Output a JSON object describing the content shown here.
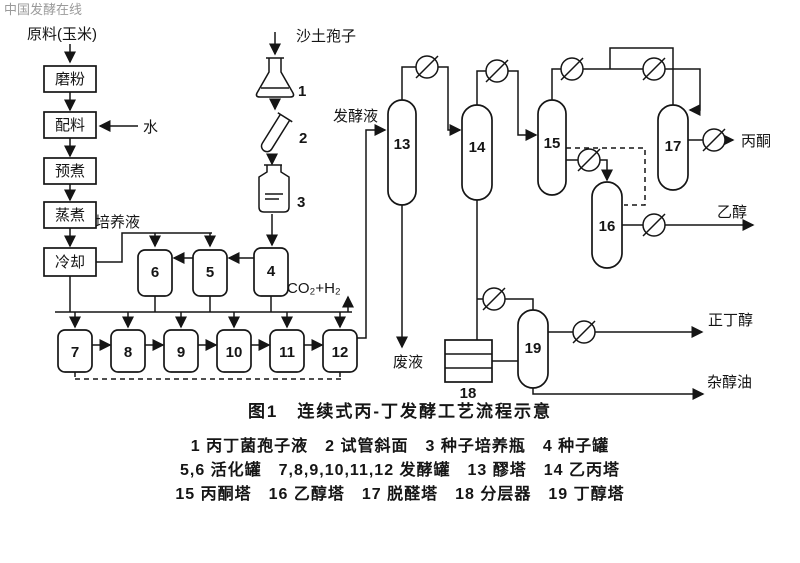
{
  "watermark": "中国发酵在线",
  "pretreatment": {
    "raw_material": "原料(玉米)",
    "milling": "磨粉",
    "mixing": "配料",
    "water": "水",
    "precooking": "预煮",
    "cooking": "蒸煮",
    "cooling": "冷却",
    "culture_liquid": "培养液"
  },
  "seed_train": {
    "sand_spores": "沙土孢子"
  },
  "streams": {
    "gas": "CO₂+H₂",
    "broth": "发酵液",
    "waste": "废液",
    "acetone": "丙酮",
    "ethanol": "乙醇",
    "n_butanol": "正丁醇",
    "fusel_oil": "杂醇油"
  },
  "nums": {
    "1": "1",
    "2": "2",
    "3": "3",
    "4": "4",
    "5": "5",
    "6": "6",
    "7": "7",
    "8": "8",
    "9": "9",
    "10": "10",
    "11": "11",
    "12": "12",
    "13": "13",
    "14": "14",
    "15": "15",
    "16": "16",
    "17": "17",
    "18": "18",
    "19": "19"
  },
  "caption": "图1　连续式丙-丁发酵工艺流程示意",
  "legend": {
    "line1": "1 丙丁菌孢子液　2 试管斜面　3 种子培养瓶　4 种子罐",
    "line2": "5,6 活化罐　7,8,9,10,11,12 发酵罐　13 醪塔　14 乙丙塔",
    "line3": "15 丙酮塔　16 乙醇塔　17 脱醛塔　18 分层器　19 丁醇塔"
  },
  "colors": {
    "ink": "#151515",
    "background": "#ffffff",
    "watermark_gray": "#9a9a9a"
  }
}
